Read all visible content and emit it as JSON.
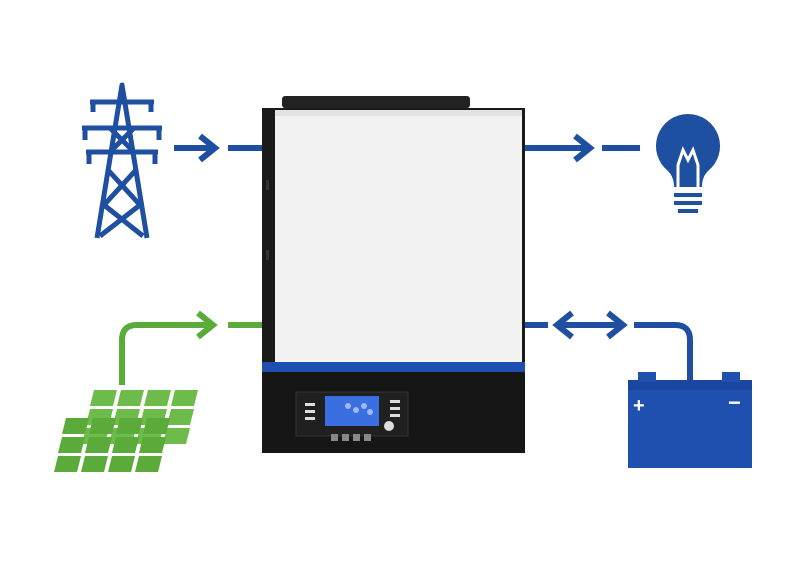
{
  "colors": {
    "flow_blue": "#1f4fa0",
    "solar_green": "#5aab3a",
    "inverter_white": "#f2f2f2",
    "inverter_black": "#1a1a1a",
    "inverter_stripe": "#1e4fb0",
    "lcd_blue": "#3a6fe0",
    "battery_blue": "#1f50b0"
  },
  "nodes": [
    {
      "id": "grid",
      "icon": "power-pylon-icon"
    },
    {
      "id": "solar",
      "icon": "solar-panel-icon"
    },
    {
      "id": "inverter",
      "icon": "inverter-device"
    },
    {
      "id": "load",
      "icon": "light-bulb-icon"
    },
    {
      "id": "battery",
      "icon": "battery-icon"
    }
  ],
  "battery": {
    "plus": "+",
    "minus": "−"
  },
  "flows": [
    {
      "from": "grid",
      "to": "inverter",
      "direction": "one-way"
    },
    {
      "from": "solar",
      "to": "inverter",
      "direction": "one-way"
    },
    {
      "from": "inverter",
      "to": "load",
      "direction": "one-way"
    },
    {
      "from": "inverter",
      "to": "battery",
      "direction": "two-way"
    }
  ]
}
